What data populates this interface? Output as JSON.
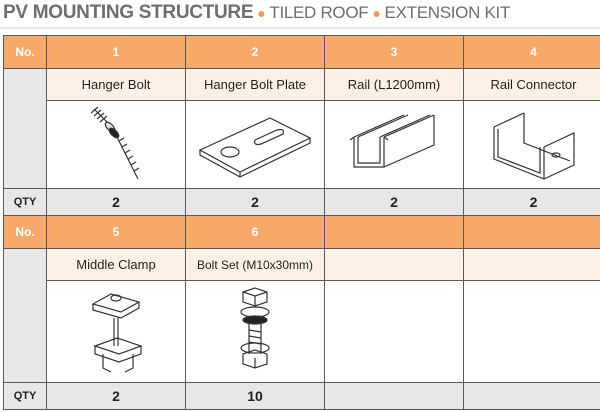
{
  "title": {
    "main": "PV MOUNTING STRUCTURE",
    "parts": [
      "TILED ROOF",
      "EXTENSION KIT"
    ]
  },
  "labels": {
    "no": "No.",
    "qty": "QTY"
  },
  "colors": {
    "header": "#f7a96a",
    "name_row": "#fdf0e5",
    "side": "#e6e7e8",
    "accent_dot": "#f39a4f"
  },
  "items": [
    {
      "no": "1",
      "name": "Hanger Bolt",
      "qty": "2",
      "icon": "hanger-bolt-icon"
    },
    {
      "no": "2",
      "name": "Hanger Bolt Plate",
      "qty": "2",
      "icon": "plate-icon"
    },
    {
      "no": "3",
      "name": "Rail  (L1200mm)",
      "qty": "2",
      "icon": "rail-icon"
    },
    {
      "no": "4",
      "name": "Rail Connector",
      "qty": "2",
      "icon": "rail-connector-icon"
    },
    {
      "no": "5",
      "name": "Middle Clamp",
      "qty": "2",
      "icon": "middle-clamp-icon"
    },
    {
      "no": "6",
      "name": "Bolt Set (M10x30mm)",
      "qty": "10",
      "icon": "bolt-set-icon"
    }
  ]
}
